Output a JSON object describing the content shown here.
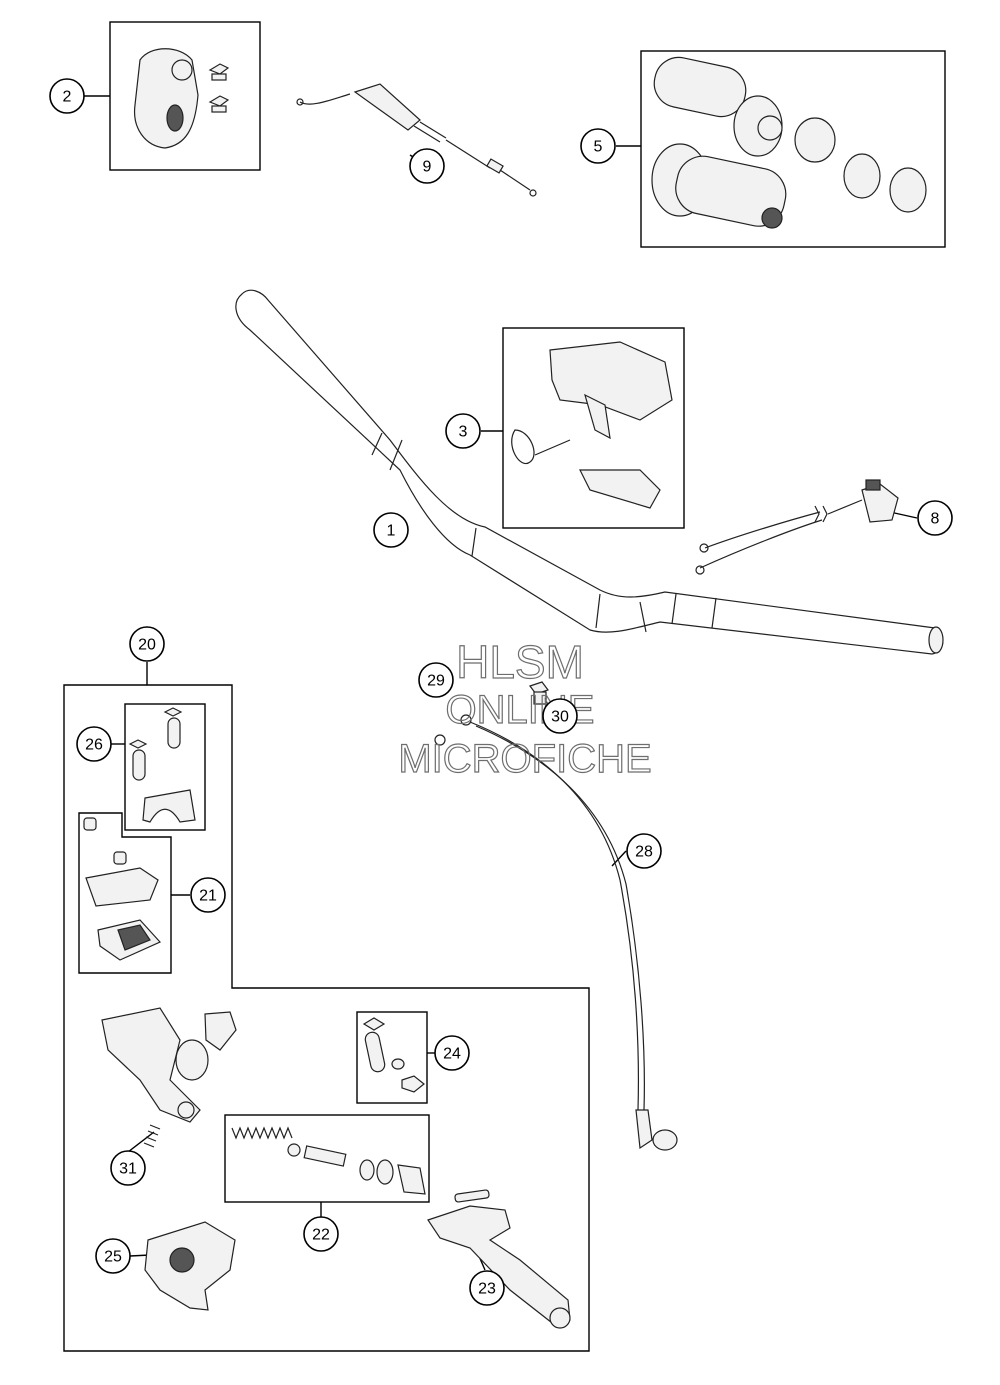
{
  "callouts": [
    {
      "id": "c1",
      "label": "1"
    },
    {
      "id": "c2",
      "label": "2"
    },
    {
      "id": "c3",
      "label": "3"
    },
    {
      "id": "c5",
      "label": "5"
    },
    {
      "id": "c8",
      "label": "8"
    },
    {
      "id": "c9",
      "label": "9"
    },
    {
      "id": "c20",
      "label": "20"
    },
    {
      "id": "c21",
      "label": "21"
    },
    {
      "id": "c22",
      "label": "22"
    },
    {
      "id": "c23",
      "label": "23"
    },
    {
      "id": "c24",
      "label": "24"
    },
    {
      "id": "c25",
      "label": "25"
    },
    {
      "id": "c26",
      "label": "26"
    },
    {
      "id": "c28",
      "label": "28"
    },
    {
      "id": "c29",
      "label": "29"
    },
    {
      "id": "c30",
      "label": "30"
    },
    {
      "id": "c31",
      "label": "31"
    }
  ],
  "watermark": {
    "line1": "HLSM",
    "line2": "ONLINE",
    "line3": "MICROFICHE"
  }
}
